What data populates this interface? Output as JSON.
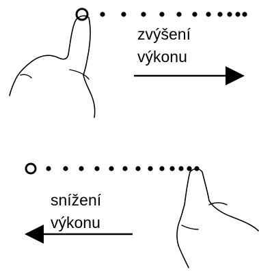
{
  "panels": {
    "increase": {
      "label_line1": "zvýšení",
      "label_line2": "výkonu",
      "arrow_direction": "right"
    },
    "decrease": {
      "label_line1": "snížení",
      "label_line2": "výkonu",
      "arrow_direction": "left"
    }
  },
  "colors": {
    "ink": "#000000",
    "background": "#ffffff"
  }
}
